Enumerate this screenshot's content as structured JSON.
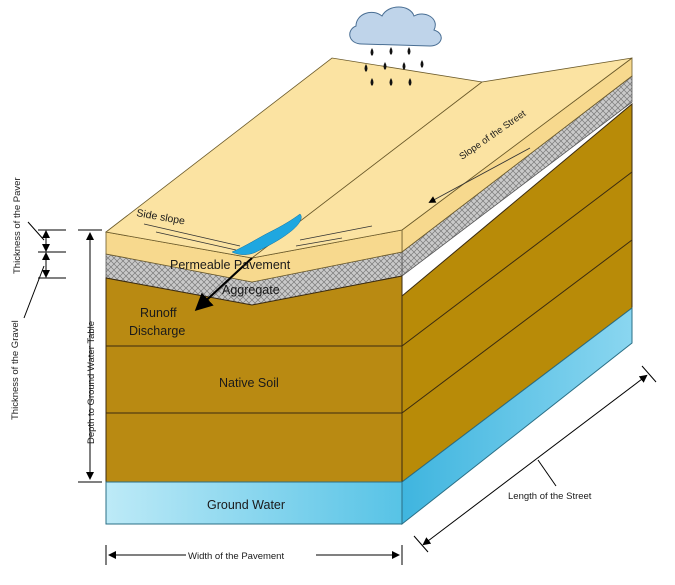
{
  "labels": {
    "side_slope": "Side slope",
    "slope_of_street": "Slope of the Street",
    "permeable_pavement": "Permeable Pavement",
    "aggregate": "Aggregate",
    "runoff_line1": "Runoff",
    "runoff_line2": "Discharge",
    "native_soil": "Native Soil",
    "ground_water": "Ground Water",
    "thickness_paver": "Thickness of the Paver",
    "thickness_gravel": "Thickness of the Gravel",
    "depth_groundwater": "Depth to Ground Water Table",
    "width_pavement": "Width of the Pavement",
    "length_street": "Length of the Street"
  },
  "colors": {
    "pavement_top": "#FBE3A2",
    "pavement_side": "#F7D98E",
    "aggregate": "#BDBDBD",
    "soil_front": "#B98A12",
    "soil_side": "#B58A06",
    "groundwater_light": "#A9E2F3",
    "groundwater_dark": "#5BC6E8",
    "runoff_water": "#1FA7E0",
    "cloud": "#BFD4EA",
    "rain": "#111111"
  }
}
